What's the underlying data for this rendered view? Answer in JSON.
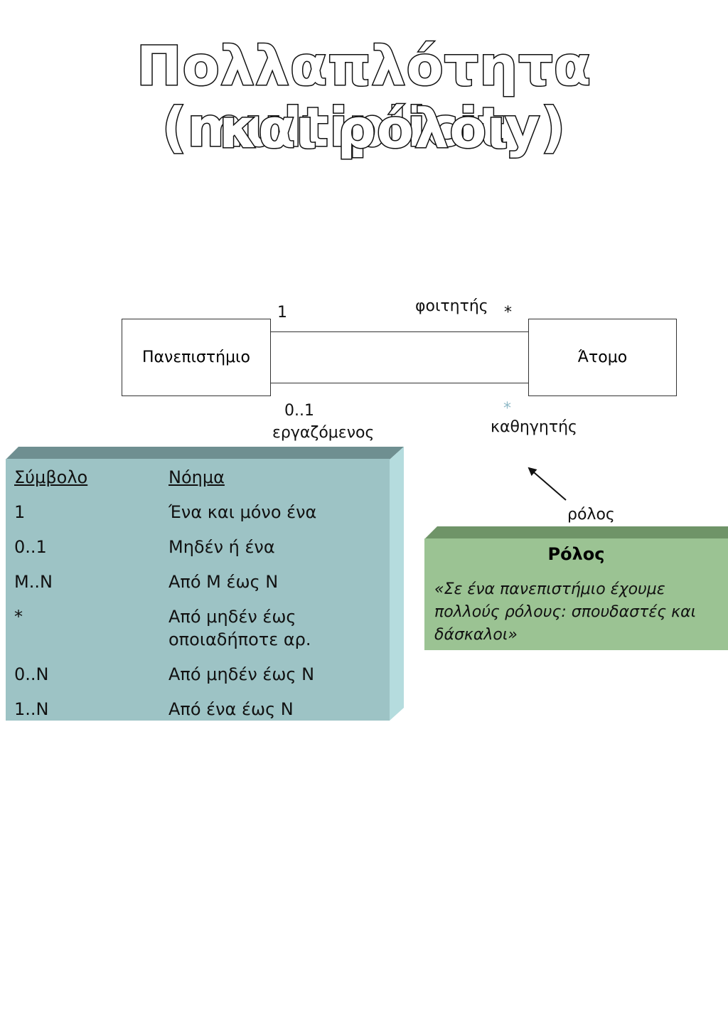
{
  "title": {
    "line1": "Πολλαπλότητα (multiplicity)",
    "line2": "και ρόλοι"
  },
  "diagram": {
    "class_left": "Πανεπιστήμιο",
    "class_right": "Άτομο",
    "top_assoc": {
      "left_mult": "1",
      "role": "φοιτητής",
      "right_mult": "*"
    },
    "bottom_assoc": {
      "left_mult": "0..1",
      "left_role": "εργαζόμενος",
      "right_mult": "*",
      "right_role": "καθηγητής"
    },
    "arrow_label": "ρόλος"
  },
  "legend_table": {
    "header": {
      "symbol": "Σύμβολο",
      "meaning": "Νόημα"
    },
    "rows": [
      {
        "symbol": "1",
        "meaning": "Ένα και μόνο ένα"
      },
      {
        "symbol": "0..1",
        "meaning": "Μηδέν ή ένα"
      },
      {
        "symbol": "M..N",
        "meaning": "Από M έως N"
      },
      {
        "symbol": "*",
        "meaning": "Από μηδέν έως οποιαδήποτε αρ."
      },
      {
        "symbol": "0..N",
        "meaning": "Από μηδέν έως N"
      },
      {
        "symbol": "1..N",
        "meaning": "Από ένα έως N"
      }
    ]
  },
  "role_box": {
    "heading": "Ρόλος",
    "text": "«Σε ένα πανεπιστήμιο έχουμε πολλούς ρόλους: σπουδαστές και δάσκαλοι»"
  },
  "colors": {
    "teal_front": "#9dc3c5",
    "teal_top": "#6f8f91",
    "teal_side": "#b5dcde",
    "green_front": "#9bc393",
    "green_top": "#6f9468"
  }
}
